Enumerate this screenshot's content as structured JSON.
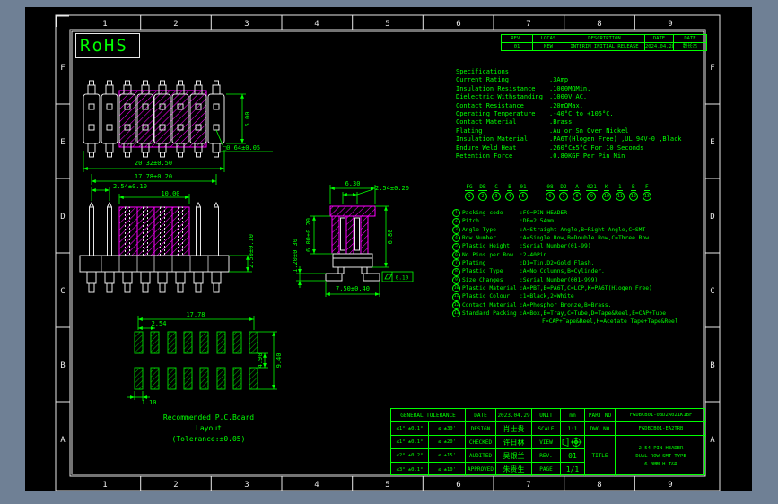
{
  "colors": {
    "green": "#00ff00",
    "white": "#e9e9e9",
    "magenta": "#ff00ff",
    "canvas": "#000000",
    "surround": "#6f8095"
  },
  "rohs_label": "RoHS",
  "zones": {
    "cols": [
      "1",
      "2",
      "3",
      "4",
      "5",
      "6",
      "7",
      "8",
      "9"
    ],
    "rows": [
      "F",
      "E",
      "D",
      "C",
      "B",
      "A"
    ]
  },
  "revision": {
    "headers": [
      "REV.",
      "LOCAS",
      "DESCRIPTION",
      "DATE",
      "DATE"
    ],
    "row": [
      "01",
      "NEW",
      "INTERIM INITIAL RELEASE",
      "2024.04.28",
      "魏长杰"
    ]
  },
  "specs": {
    "title": "Specifications",
    "items": [
      {
        "label": "Current Rating",
        "value": ".3Amp"
      },
      {
        "label": "Insulation Resistance",
        "value": ".1000MΩMin."
      },
      {
        "label": "Dielectric Withstanding",
        "value": ".1000V AC."
      },
      {
        "label": "Contact Resistance",
        "value": ".20mΩMax."
      },
      {
        "label": "Operating Temperature",
        "value": ".-40°C to +105°C."
      },
      {
        "label": "Contact Material",
        "value": ".Brass"
      },
      {
        "label": "Plating",
        "value": ".Au or Sn Over Nickel"
      },
      {
        "label": "Insulation Material",
        "value": ".PA6T(Hlogen Free) ,UL 94V-0 ,Black"
      },
      {
        "label": "Endure Weld Heat",
        "value": ".260°C±5°C For 10 Seconds"
      },
      {
        "label": "Retention Force",
        "value": ".0.80KGF Per Pin Min"
      }
    ]
  },
  "part_code": {
    "tokens": [
      {
        "code": "FG",
        "num": "1"
      },
      {
        "code": "DB",
        "num": "2"
      },
      {
        "code": "C",
        "num": "3"
      },
      {
        "code": "B",
        "num": "4"
      },
      {
        "code": "01",
        "num": "5"
      },
      {
        "code": "-",
        "num": ""
      },
      {
        "code": "08",
        "num": "6"
      },
      {
        "code": "D2",
        "num": "7"
      },
      {
        "code": "A",
        "num": "8"
      },
      {
        "code": "021",
        "num": "9"
      },
      {
        "code": "K",
        "num": "10"
      },
      {
        "code": "1",
        "num": "11"
      },
      {
        "code": "B",
        "num": "12"
      },
      {
        "code": "F",
        "num": "13"
      }
    ],
    "items": [
      {
        "num": "1",
        "label": "Packing code",
        "value": ":FG=PIN HEADER"
      },
      {
        "num": "2",
        "label": "Pitch",
        "value": ":DB=2.54mm"
      },
      {
        "num": "3",
        "label": "Angle Type",
        "value": ":A=Straight Angle,B=Right Angle,C=SMT"
      },
      {
        "num": "4",
        "label": "Row Number",
        "value": ":A=Single Row,B=Double Row,C=Three Row"
      },
      {
        "num": "5",
        "label": "Plastic Height",
        "value": ":Serial Number(01-99)"
      },
      {
        "num": "6",
        "label": "No Pins per Row",
        "value": ":2-40Pin"
      },
      {
        "num": "7",
        "label": "Plating",
        "value": ":D1=Tin,D2=Gold Flash."
      },
      {
        "num": "8",
        "label": "Plastic Type",
        "value": ":A=No Columns,B=Cylinder."
      },
      {
        "num": "9",
        "label": "Size Changes",
        "value": ":Serial Number(001-999)"
      },
      {
        "num": "10",
        "label": "Plastic Material",
        "value": ":A=PBT,B=PA6T,C=LCP,K=PA6T(Hlogen Free)"
      },
      {
        "num": "11",
        "label": "Plastic Colour",
        "value": ":1=Black,2=White"
      },
      {
        "num": "12",
        "label": "Contact Material",
        "value": ":A=Phosphor Bronze,B=Brass."
      },
      {
        "num": "13",
        "label": "Standard Packing",
        "value": ":A=Box,B=Tray,C=Tube,D=Tape&Reel,E=CAP+Tube"
      }
    ],
    "item13_cont": "F=CAP+Tape&Reel,H=Acetate Tape+Tape&Reel"
  },
  "dims": {
    "height": "5.00",
    "pin_sq": "□0.64±0.05",
    "overall": "20.32±0.50",
    "span": "17.78±0.20",
    "pitch": "2.54±0.10",
    "body": "10.00",
    "base_h": "2.50±0.10",
    "flange": "6.30",
    "row_pitch": "2.54±0.20",
    "body_h": "6.00±0.20",
    "lead_t": "1.20±0.30",
    "total_h": "6.80",
    "foot_span": "7.50±0.40",
    "flatness": "0.10",
    "pcb_span": "17.78",
    "pcb_pitch": "2.54",
    "pad_w": "1.10",
    "pad_gap": "4.90",
    "pad_span": "9.40"
  },
  "pcb_caption": {
    "line1": "Recommended P.C.Board",
    "line2": "Layout",
    "line3": "(Tolerance:±0.05)"
  },
  "title_block": {
    "general_tolerance": "GENERAL TOLERANCE",
    "tol_rows": [
      [
        "≤1° ±0.1°",
        "≤ ±30'"
      ],
      [
        "≤1° ±0.1°",
        "≤ ±20'"
      ],
      [
        "≤2° ±0.2°",
        "≤ ±15'"
      ],
      [
        "≤3° ±0.1°",
        "≤ ±10'"
      ]
    ],
    "labels": {
      "date": "DATE",
      "design": "DESIGN",
      "checked": "CHECKED",
      "audited": "AUDITED",
      "approved": "APPROVED",
      "unit": "UNIT",
      "scale": "SCALE",
      "view": "VIEW",
      "rev": "REV.",
      "page": "PAGE",
      "part_no": "PART NO",
      "dwg_no": "DWG NO",
      "title": "TITLE"
    },
    "values": {
      "date": "2023.04.29",
      "design": "肖士贵",
      "checked": "许日林",
      "audited": "吴银兰",
      "approved": "朱贵生",
      "unit": "mm",
      "scale": "1:1",
      "rev": "01",
      "page": "1/1",
      "part_no": "FGDBCB01-08D2A021K1BF",
      "dwg_no": "FGDBCB01-EA2TRB",
      "title_line1": "2.54 PIN HEADER",
      "title_line2": "DUAL ROW SMT TYPE",
      "title_line3": "6.0MM H T&R"
    }
  }
}
